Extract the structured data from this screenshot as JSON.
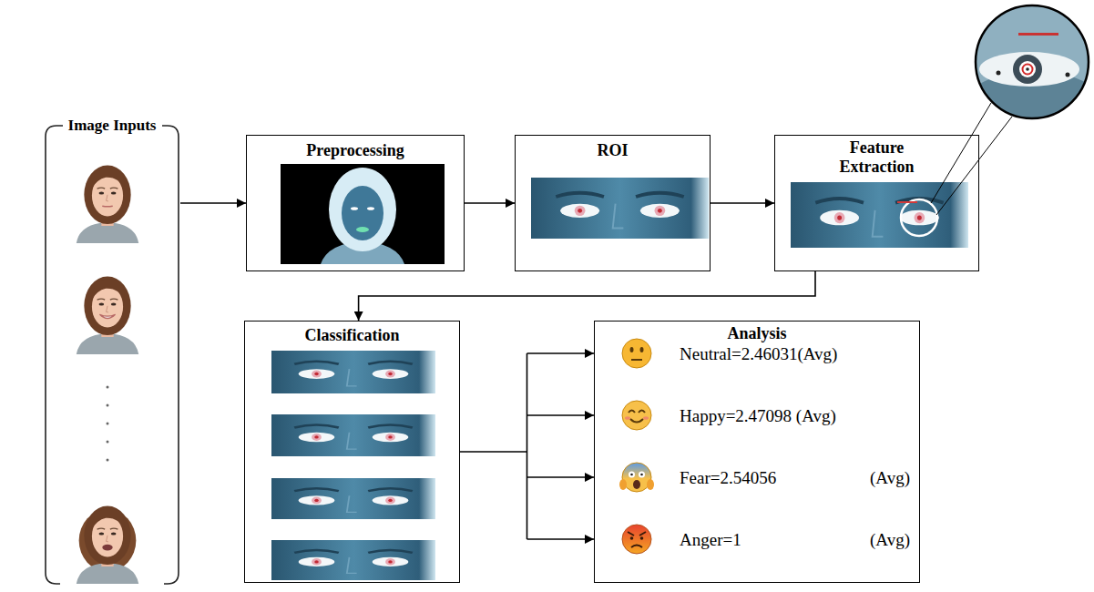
{
  "diagram": {
    "nodes": [
      {
        "text": [
          "Image Inputs"
        ]
      },
      {
        "text": [
          "Preprocessing"
        ]
      },
      {
        "text": [
          "ROI"
        ]
      },
      {
        "text": [
          "Feature Extraction"
        ]
      },
      {
        "text": [
          "Classification"
        ]
      },
      {
        "text": [
          "Analysis",
          "Neutral=2.46031(Avg)",
          "Happy=2.47098 (Avg)",
          "Fear=2.54056",
          "(Avg)",
          "Anger=1",
          "(Avg)"
        ]
      }
    ],
    "edges": [
      {
        "from": 0,
        "to": 1,
        "arrow": "to"
      },
      {
        "from": 1,
        "to": 2,
        "arrow": "to"
      },
      {
        "from": 2,
        "to": 3,
        "arrow": "to"
      },
      {
        "from": 3,
        "to": 4,
        "arrow": "to"
      },
      {
        "from": 4,
        "to": 5,
        "arrow": "to"
      }
    ]
  }
}
